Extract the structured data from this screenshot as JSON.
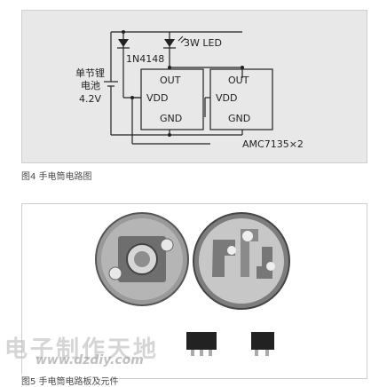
{
  "figure4": {
    "caption": "图4  手电筒电路图",
    "battery_label_line1": "单节锂",
    "battery_label_line2": "电池",
    "battery_voltage": "4.2V",
    "diode_label": "1N4148",
    "led_label": "3W LED",
    "ic1": {
      "out": "OUT",
      "vdd": "VDD",
      "gnd": "GND"
    },
    "ic2": {
      "out": "OUT",
      "vdd": "VDD",
      "gnd": "GND"
    },
    "ic_part": "AMC7135×2"
  },
  "figure5": {
    "caption": "图5  手电筒电路板及元件",
    "watermark": "电子制作天地",
    "watermark_url": "www.dzdiy.com"
  }
}
